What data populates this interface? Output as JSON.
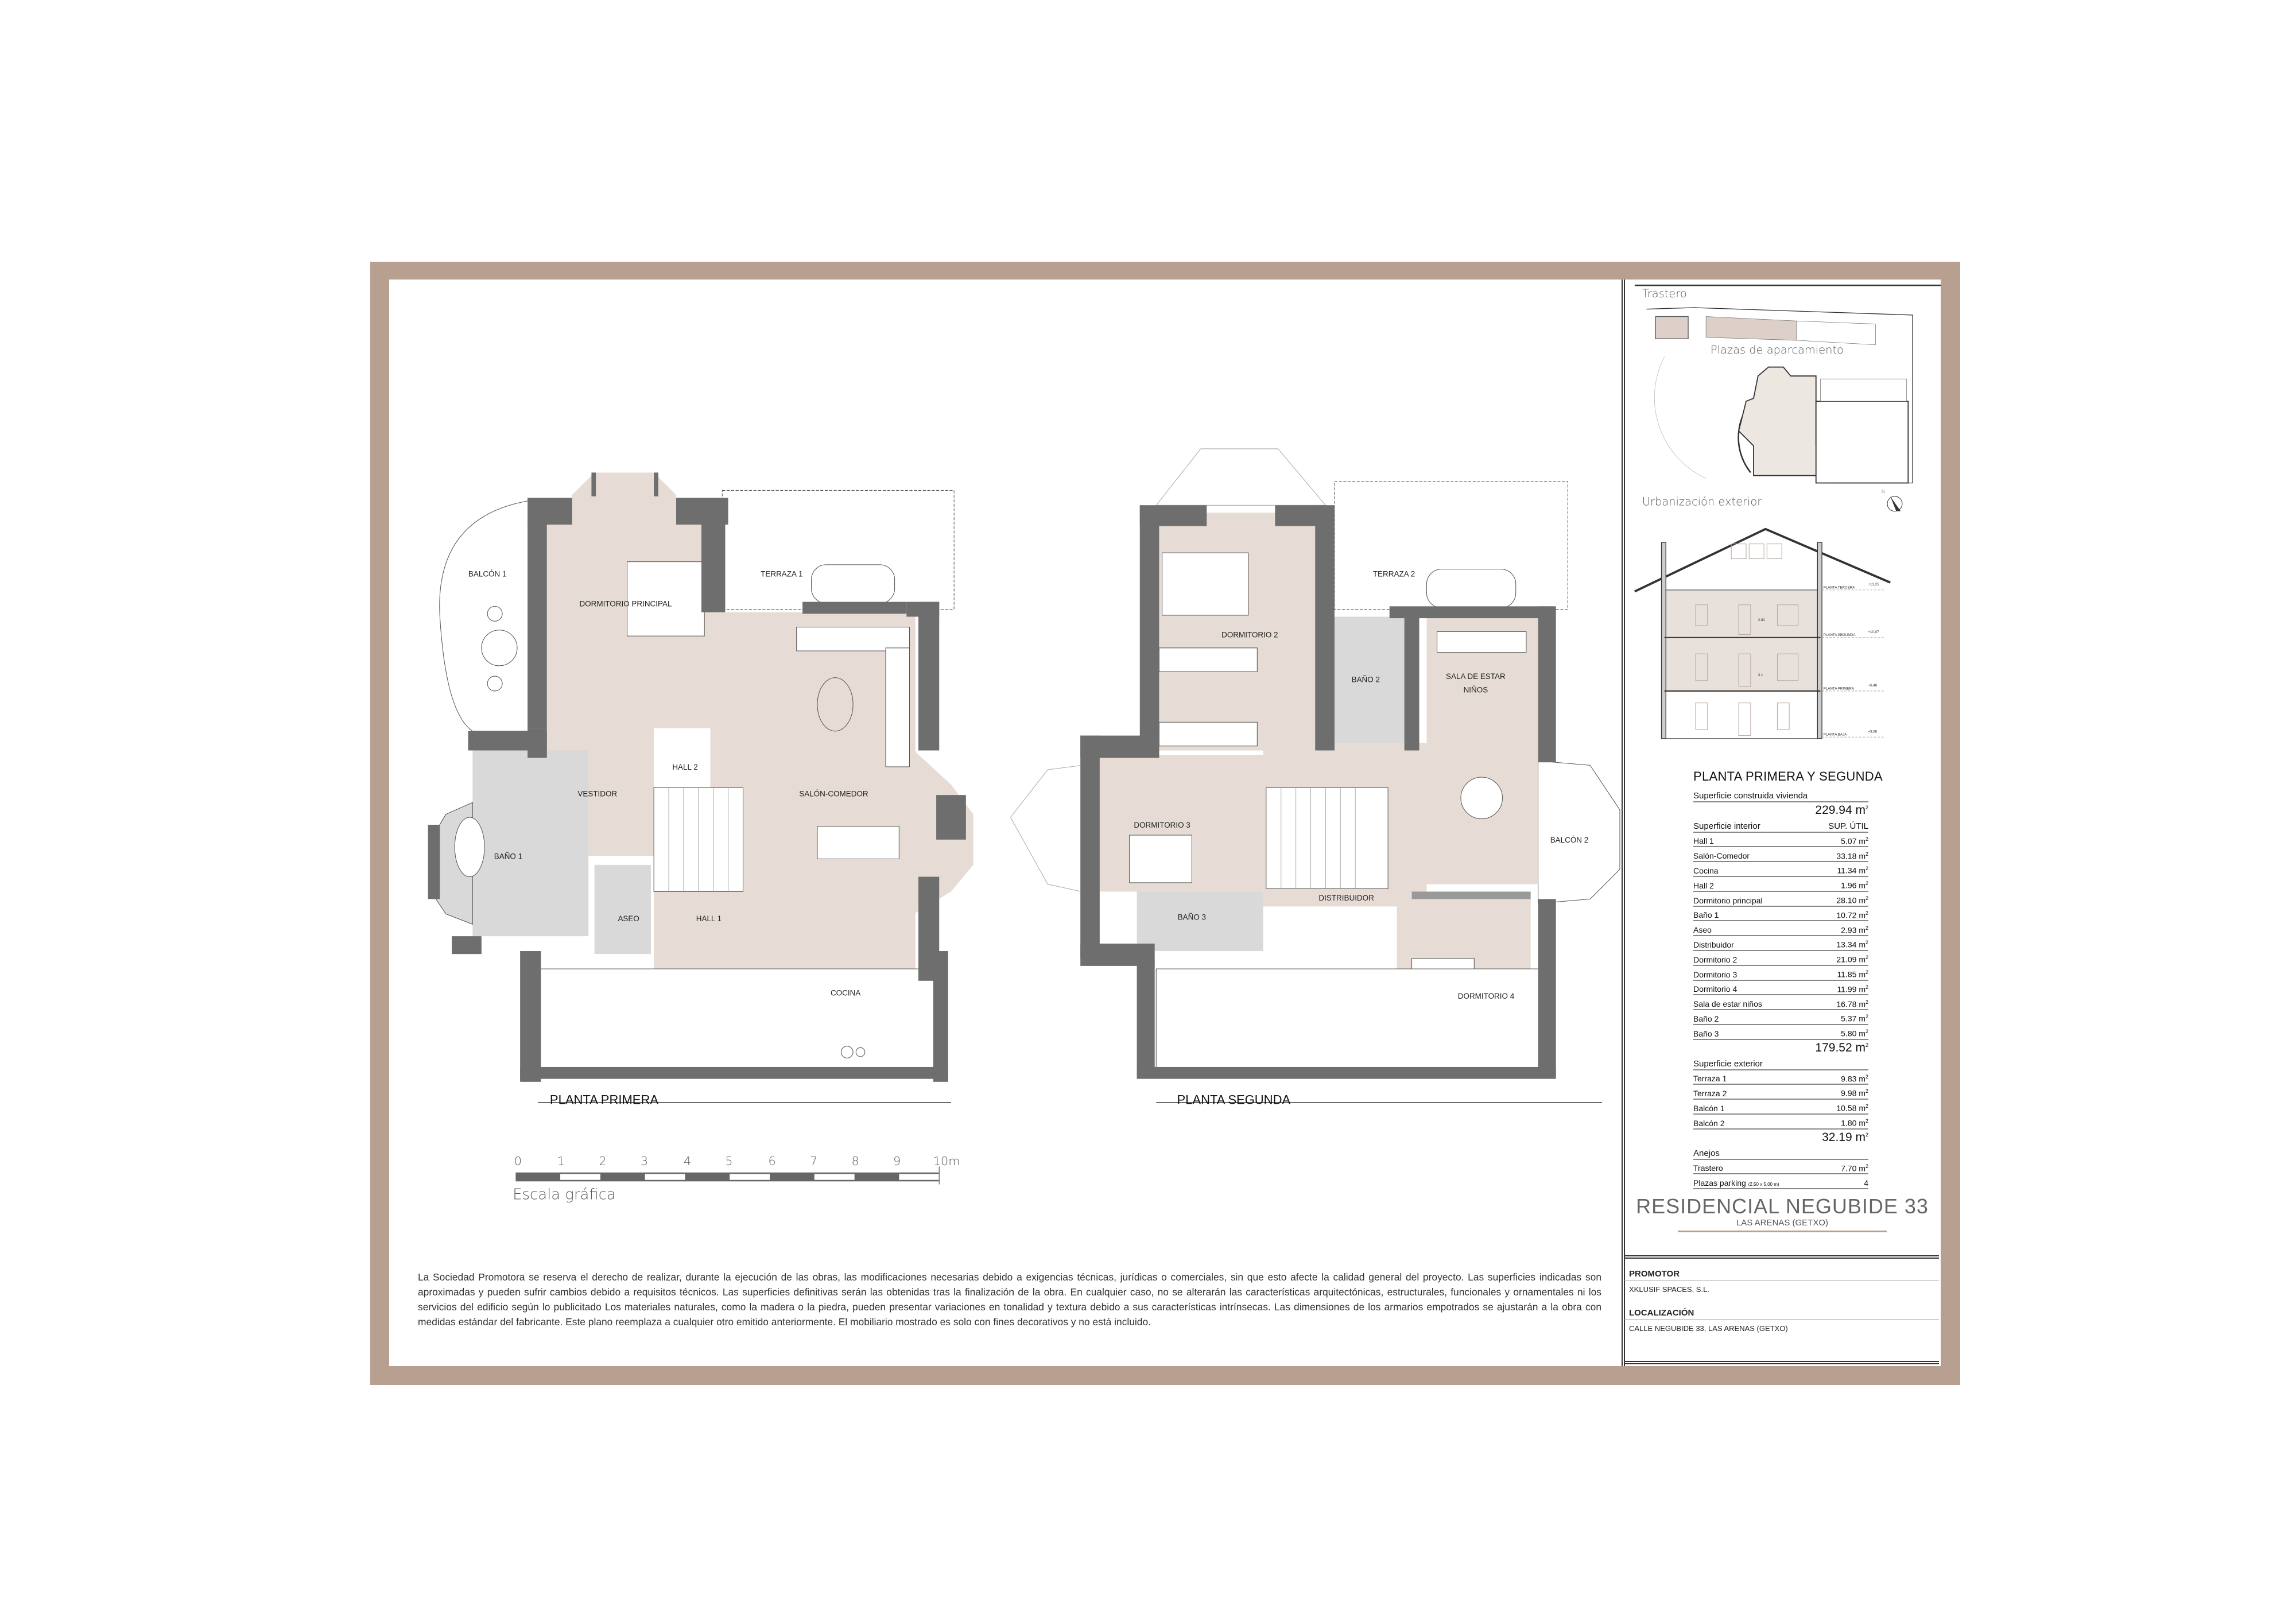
{
  "colors": {
    "frame": "#b8a090",
    "room_fill": "#e6dcd5",
    "wet_room_fill": "#d9d9d9",
    "wall": "#6e6e6e"
  },
  "plans": [
    {
      "title": "PLANTA PRIMERA",
      "rooms": [
        "BALCÓN 1",
        "DORMITORIO PRINCIPAL",
        "TERRAZA 1",
        "HALL 2",
        "VESTIDOR",
        "SALÓN-COMEDOR",
        "BAÑO 1",
        "ASEO",
        "HALL 1",
        "COCINA"
      ]
    },
    {
      "title": "PLANTA SEGUNDA",
      "rooms": [
        "TERRAZA 2",
        "DORMITORIO 2",
        "BAÑO 2",
        "SALA DE ESTAR",
        "NIÑOS",
        "DORMITORIO 3",
        "BALCÓN 2",
        "DISTRIBUIDOR",
        "BAÑO 3",
        "DORMITORIO 4"
      ]
    }
  ],
  "scale_bar": {
    "ticks": [
      "0",
      "1",
      "2",
      "3",
      "4",
      "5",
      "6",
      "7",
      "8",
      "9",
      "10m"
    ],
    "label": "Escala gráfica"
  },
  "disclaimer": "La Sociedad Promotora se reserva el derecho de realizar, durante la ejecución de las obras, las modificaciones necesarias debido a exigencias técnicas, jurídicas o comerciales, sin que esto afecte la calidad general del proyecto. Las superficies indicadas son aproximadas y pueden sufrir cambios debido a requisitos técnicos. Las superficies definitivas serán las obtenidas tras la finalización de la obra. En cualquier caso, no se alterarán las características arquitectónicas, estructurales, funcionales y ornamentales ni los servicios del edificio según lo publicitado Los materiales naturales, como la madera o la piedra, pueden presentar variaciones en tonalidad y textura debido a sus características intrínsecas. Las dimensiones de los armarios empotrados se ajustarán a la obra con medidas estándar del fabricante. Este plano reemplaza a cualquier otro emitido anteriormente. El mobiliario mostrado es solo con fines decorativos y no está incluido.",
  "site_plan": {
    "trastero": "Trastero",
    "parking": "Plazas de aparcamiento",
    "exterior": "Urbanización exterior",
    "north": "N"
  },
  "section": {
    "levels": [
      {
        "name": "PLANTA TERCERA",
        "value": "+13,25"
      },
      {
        "name": "PLANTA SEGUNDA",
        "value": "+10,07"
      },
      {
        "name": "PLANTA PRIMERA",
        "value": "+6,48"
      },
      {
        "name": "PLANTA BAJA",
        "value": "+3,58"
      }
    ],
    "dims": [
      "2.82",
      "3.1"
    ]
  },
  "areas": {
    "title": "PLANTA PRIMERA Y SEGUNDA",
    "built_label": "Superficie construida vivienda",
    "built_total": "229.94 m",
    "interior_label": "Superficie interior",
    "col_header": "SUP. ÚTIL",
    "interior": [
      {
        "name": "Hall 1",
        "value": "5.07 m"
      },
      {
        "name": "Salón-Comedor",
        "value": "33.18 m"
      },
      {
        "name": "Cocina",
        "value": "11.34 m"
      },
      {
        "name": "Hall 2",
        "value": "1.96 m"
      },
      {
        "name": "Dormitorio principal",
        "value": "28.10 m"
      },
      {
        "name": "Baño 1",
        "value": "10.72 m"
      },
      {
        "name": "Aseo",
        "value": "2.93 m"
      },
      {
        "name": "Distribuidor",
        "value": "13.34 m"
      },
      {
        "name": "Dormitorio 2",
        "value": "21.09 m"
      },
      {
        "name": "Dormitorio 3",
        "value": "11.85 m"
      },
      {
        "name": "Dormitorio 4",
        "value": "11.99 m"
      },
      {
        "name": "Sala de estar niños",
        "value": "16.78 m"
      },
      {
        "name": "Baño 2",
        "value": "5.37 m"
      },
      {
        "name": "Baño 3",
        "value": "5.80 m"
      }
    ],
    "interior_total": "179.52 m",
    "exterior_label": "Superficie exterior",
    "exterior": [
      {
        "name": "Terraza 1",
        "value": "9.83 m"
      },
      {
        "name": "Terraza 2",
        "value": "9.98 m"
      },
      {
        "name": "Balcón 1",
        "value": "10.58 m"
      },
      {
        "name": "Balcón 2",
        "value": "1.80 m"
      }
    ],
    "exterior_total": "32.19 m",
    "annex_label": "Anejos",
    "trastero": {
      "name": "Trastero",
      "value": "7.70 m"
    },
    "parking": {
      "name": "Plazas parking",
      "note": "(2,50 x 5,00 m)",
      "value": "4"
    },
    "unit_sup": "2"
  },
  "project": {
    "name": "RESIDENCIAL NEGUBIDE 33",
    "location": "LAS ARENAS (GETXO)"
  },
  "promotor": {
    "label": "PROMOTOR",
    "value": "XKLUSIF SPACES, S.L."
  },
  "localizacion": {
    "label": "LOCALIZACIÓN",
    "value": "CALLE NEGUBIDE 33, LAS ARENAS (GETXO)"
  }
}
